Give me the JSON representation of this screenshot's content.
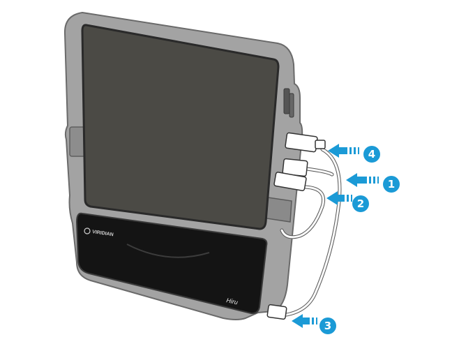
{
  "device": {
    "brand_text": "VIRIDIAN",
    "model_text": "Hiru"
  },
  "colors": {
    "case": "#9e9e9e",
    "case_edge": "#6f6f6f",
    "screen": "#4a4944",
    "base": "#101010",
    "arrow": "#1b9ad6",
    "cable": "#ffffff"
  },
  "callouts": [
    {
      "number": "4",
      "icon": "arrow-left-icon"
    },
    {
      "number": "1",
      "icon": "arrow-left-icon"
    },
    {
      "number": "2",
      "icon": "arrow-left-icon"
    },
    {
      "number": "3",
      "icon": "arrow-left-icon"
    }
  ]
}
